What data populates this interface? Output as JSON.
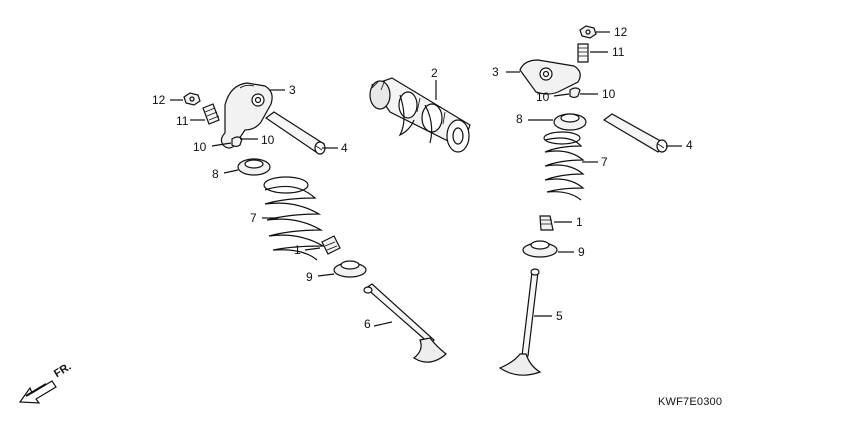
{
  "diagram": {
    "code": "KWF7E0300",
    "direction_label": "FR.",
    "callouts": {
      "left_12": "12",
      "left_11": "11",
      "left_3": "3",
      "left_10a": "10",
      "left_10b": "10",
      "left_4": "4",
      "left_8": "8",
      "left_7": "7",
      "left_1": "1",
      "left_9": "9",
      "left_6": "6",
      "center_2": "2",
      "right_12": "12",
      "right_11": "11",
      "right_3": "3",
      "right_10a": "10",
      "right_10b": "10",
      "right_8": "8",
      "right_4": "4",
      "right_7": "7",
      "right_1": "1",
      "right_9": "9",
      "right_5": "5"
    }
  }
}
